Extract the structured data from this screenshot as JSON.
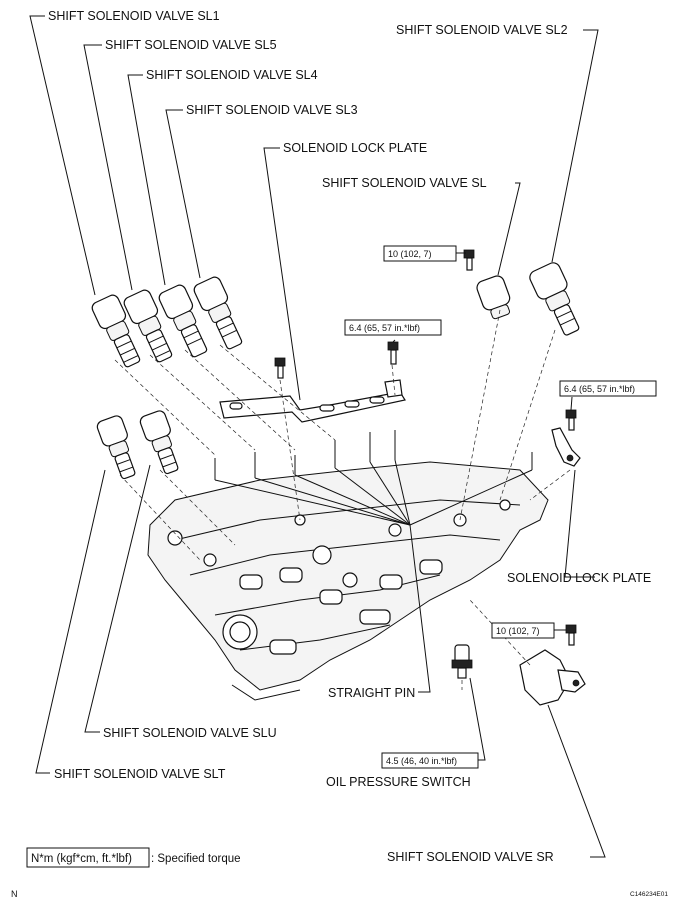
{
  "labels": {
    "sl1": "SHIFT SOLENOID VALVE SL1",
    "sl5": "SHIFT SOLENOID VALVE SL5",
    "sl4": "SHIFT SOLENOID VALVE SL4",
    "sl3": "SHIFT SOLENOID VALVE SL3",
    "lock_plate_top": "SOLENOID LOCK PLATE",
    "sl": "SHIFT SOLENOID VALVE SL",
    "sl2": "SHIFT SOLENOID VALVE SL2",
    "lock_plate_right": "SOLENOID LOCK PLATE",
    "straight_pin": "STRAIGHT PIN",
    "slu": "SHIFT SOLENOID VALVE SLU",
    "slt": "SHIFT SOLENOID VALVE SLT",
    "oil_pressure_switch": "OIL PRESSURE SWITCH",
    "sr": "SHIFT SOLENOID VALVE SR"
  },
  "torques": {
    "t_sl": "10 (102, 7)",
    "t_plate_top": "6.4 (65, 57 in.*lbf)",
    "t_plate_right": "6.4 (65, 57 in.*lbf)",
    "t_sr": "10 (102, 7)",
    "t_ops": "4.5 (46, 40 in.*lbf)"
  },
  "legend": {
    "unit_box": "N*m (kgf*cm, ft.*lbf)",
    "unit_desc": ": Specified torque"
  },
  "footer": {
    "left_mark": "N",
    "figure_code": "C146234E01"
  }
}
